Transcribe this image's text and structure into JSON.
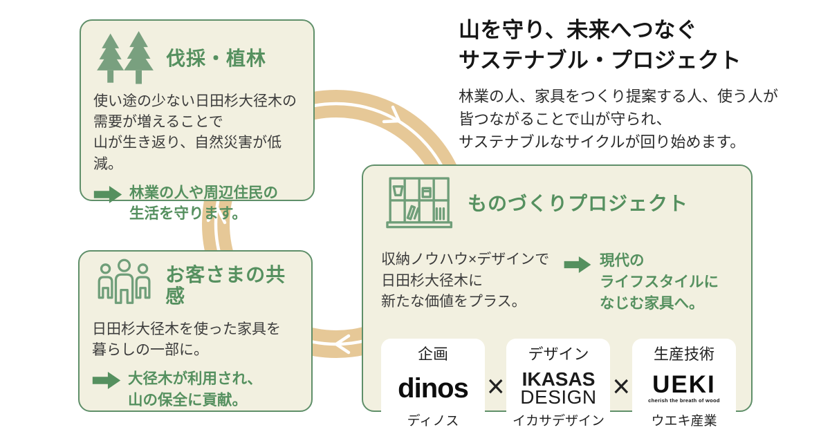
{
  "header": {
    "title_line1": "山を守り、未来へつなぐ",
    "title_line2": "サステナブル・プロジェクト",
    "description": [
      "林業の人、家具をつくり提案する人、使う人が",
      "皆つながることで山が守られ、",
      "サステナブルなサイクルが回り始めます。"
    ]
  },
  "felling": {
    "heading": "伐採・植林",
    "body": [
      "使い途の少ない日田杉大径木の",
      "需要が増えることで",
      "山が生き返り、自然災害が低減。"
    ],
    "effect": [
      "林業の人や周辺住民の",
      "生活を守ります。"
    ]
  },
  "making": {
    "heading": "ものづくりプロジェクト",
    "body": [
      "収納ノウハウ×デザインで",
      "日田杉大径木に",
      "新たな価値をプラス。"
    ],
    "effect": [
      "現代の",
      "ライフスタイルに",
      "なじむ家具へ。"
    ],
    "separator": "×",
    "partners": [
      {
        "role": "企画",
        "logo": "dinos",
        "name": "ディノス"
      },
      {
        "role": "デザイン",
        "logo_line1": "IKASAS",
        "logo_line2": "DESIGN",
        "name": "イカサデザイン"
      },
      {
        "role": "生産技術",
        "logo": "UEKI",
        "tagline": "cherish the breath of wood",
        "name": "ウエキ産業"
      }
    ]
  },
  "customer": {
    "heading": "お客さまの共感",
    "body": [
      "日田杉大径木を使った家具を",
      "暮らしの一部に。"
    ],
    "effect": [
      "大径木が利用され、",
      "山の保全に貢献。"
    ]
  },
  "icons": {
    "cycle_ring": "clockwise-cycle-arrows",
    "trees": "two-pine-trees",
    "shelf": "storage-shelf-with-items",
    "people": "three-customers-outline",
    "arrow": "right-arrow"
  },
  "colors": {
    "box_background": "#f2f0e0",
    "box_border": "#5f8f69",
    "accent_green": "#55905f",
    "icon_green": "#79a07f",
    "ring_tan": "#e6c897",
    "body_text": "#3c3c3c",
    "title_text": "#161616"
  }
}
